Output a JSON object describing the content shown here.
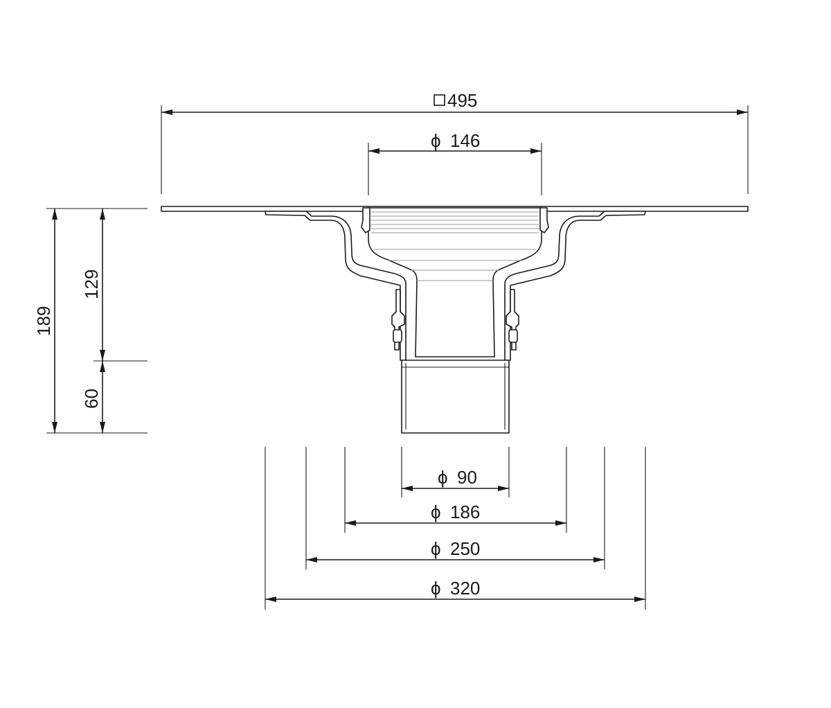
{
  "dimensions": {
    "top_square": {
      "symbol": "□",
      "value": "495"
    },
    "top_diameter": {
      "symbol": "ϕ",
      "value": "146"
    },
    "height_total": "189",
    "height_upper": "129",
    "height_lower": "60",
    "bottom_diameters": [
      {
        "symbol": "ϕ",
        "value": "90"
      },
      {
        "symbol": "ϕ",
        "value": "186"
      },
      {
        "symbol": "ϕ",
        "value": "250"
      },
      {
        "symbol": "ϕ",
        "value": "320"
      }
    ]
  },
  "colors": {
    "line": "#1a1a1a",
    "hatch": "#9a9a9a",
    "background": "#ffffff"
  }
}
